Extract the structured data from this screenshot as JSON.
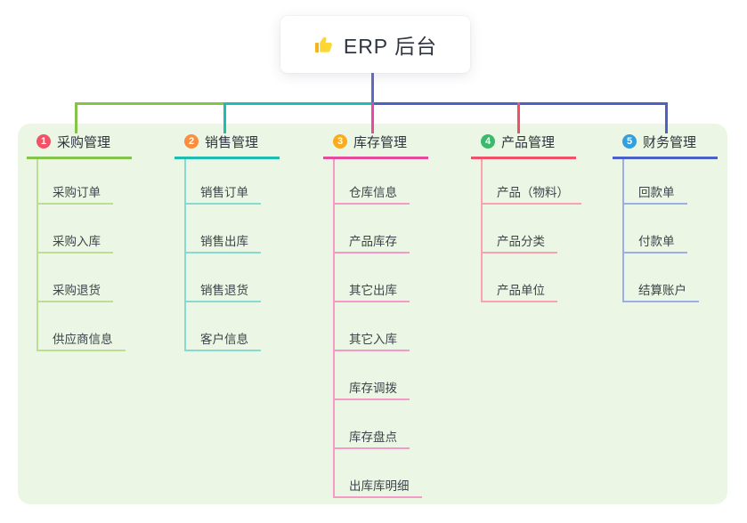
{
  "root": {
    "title": "ERP 后台",
    "icon": "thumbs-up-icon"
  },
  "colors": {
    "panel_bg": "#ebf7e4",
    "root_line": "#5c6ac4",
    "title_text": "#2f3542"
  },
  "branches": [
    {
      "index": "1",
      "label": "采购管理",
      "color": "#85c44c",
      "light_color": "#bbdd94",
      "badge_color": "#f25268",
      "children": [
        "采购订单",
        "采购入库",
        "采购退货",
        "供应商信息"
      ]
    },
    {
      "index": "2",
      "label": "销售管理",
      "color": "#1fbdb0",
      "light_color": "#86dad0",
      "badge_color": "#fb8d3d",
      "children": [
        "销售订单",
        "销售出库",
        "销售退货",
        "客户信息"
      ]
    },
    {
      "index": "3",
      "label": "库存管理",
      "color": "#e64a9f",
      "light_color": "#f39ac9",
      "badge_color": "#fbab1c",
      "children": [
        "仓库信息",
        "产品库存",
        "其它出库",
        "其它入库",
        "库存调拨",
        "库存盘点",
        "出库库明细"
      ]
    },
    {
      "index": "4",
      "label": "产品管理",
      "color": "#ef5168",
      "light_color": "#f8a3ad",
      "badge_color": "#3cba6c",
      "children": [
        "产品（物料）",
        "产品分类",
        "产品单位"
      ]
    },
    {
      "index": "5",
      "label": "财务管理",
      "color": "#4b61c6",
      "light_color": "#9cadea",
      "badge_color": "#339fdc",
      "children": [
        "回款单",
        "付款单",
        "结算账户"
      ]
    }
  ]
}
